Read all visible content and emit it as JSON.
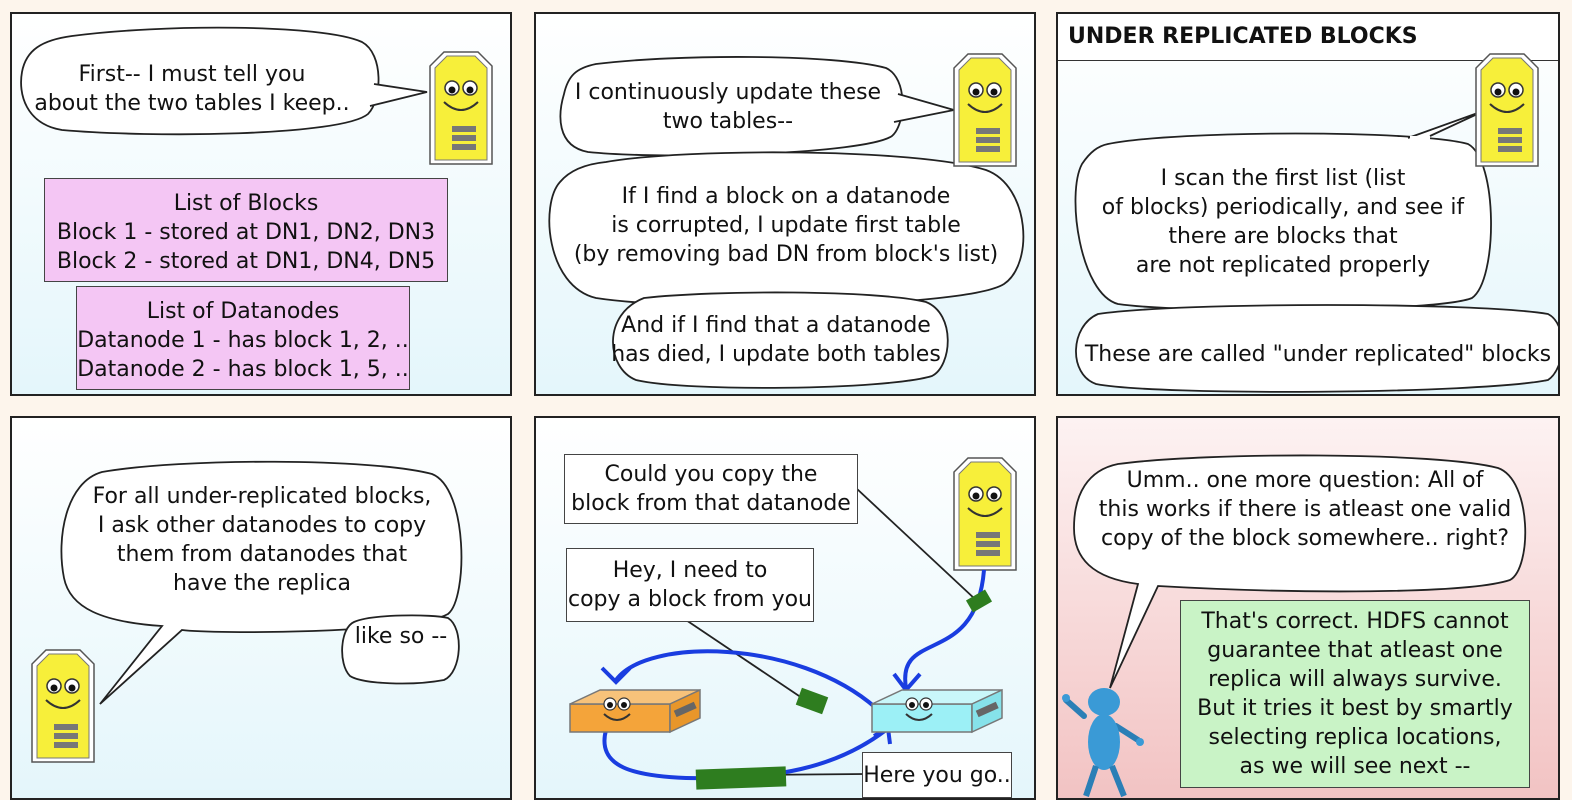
{
  "panel1": {
    "bubble": [
      "First-- I must tell you",
      "about the two tables I keep.."
    ],
    "blocks_table": [
      "List of Blocks",
      "Block 1 - stored at DN1, DN2, DN3",
      "Block 2 - stored at DN1, DN4, DN5"
    ],
    "datanodes_table": [
      "List of Datanodes",
      "Datanode 1 - has block 1, 2, ..",
      "Datanode 2 - has block 1, 5, .."
    ]
  },
  "panel2": {
    "bubble1": [
      "I continuously update these",
      "two tables--"
    ],
    "bubble2": [
      "If I find a block on a datanode",
      "is corrupted, I update first table",
      "(by removing bad DN from block's list)"
    ],
    "bubble3": [
      "And if I find that a datanode",
      "has died, I update both tables"
    ]
  },
  "panel3": {
    "title": "UNDER REPLICATED BLOCKS",
    "bubble1": [
      "I scan the first list (list",
      "of blocks) periodically, and see if",
      "there are blocks that",
      "are not replicated properly"
    ],
    "bubble2": "These are called \"under replicated\" blocks"
  },
  "panel4": {
    "bubble": [
      "For all under-replicated blocks,",
      "I ask other datanodes to copy",
      "them from datanodes that",
      "have the replica"
    ],
    "aside": "like so --"
  },
  "panel5": {
    "caption1": [
      "Could you copy the",
      "block from that datanode"
    ],
    "caption2": [
      "Hey, I need to",
      "copy a block from you"
    ],
    "caption3": "Here you go.."
  },
  "panel6": {
    "bubble": [
      "Umm.. one more question: All of",
      "this works if there is atleast one valid",
      "copy of the block somewhere.. right?"
    ],
    "answer": [
      "That's correct. HDFS cannot",
      "guarantee that atleast one",
      "replica will always survive.",
      "But it tries it best by smartly",
      "selecting replica locations,",
      "as we will see next --"
    ]
  },
  "colors": {
    "table_fill": "#f4c6f4",
    "answer_fill": "#c9f3c6",
    "server_yellow": "#f7ef3a",
    "datanode_orange": "#f4a43a",
    "datanode_cyan": "#9cf0f6",
    "arrow_blue": "#1a3de0",
    "message_green": "#2e7d1f"
  },
  "icons": [
    "namenode-server-icon",
    "datanode-orange-icon",
    "datanode-cyan-icon",
    "stick-figure-icon"
  ]
}
